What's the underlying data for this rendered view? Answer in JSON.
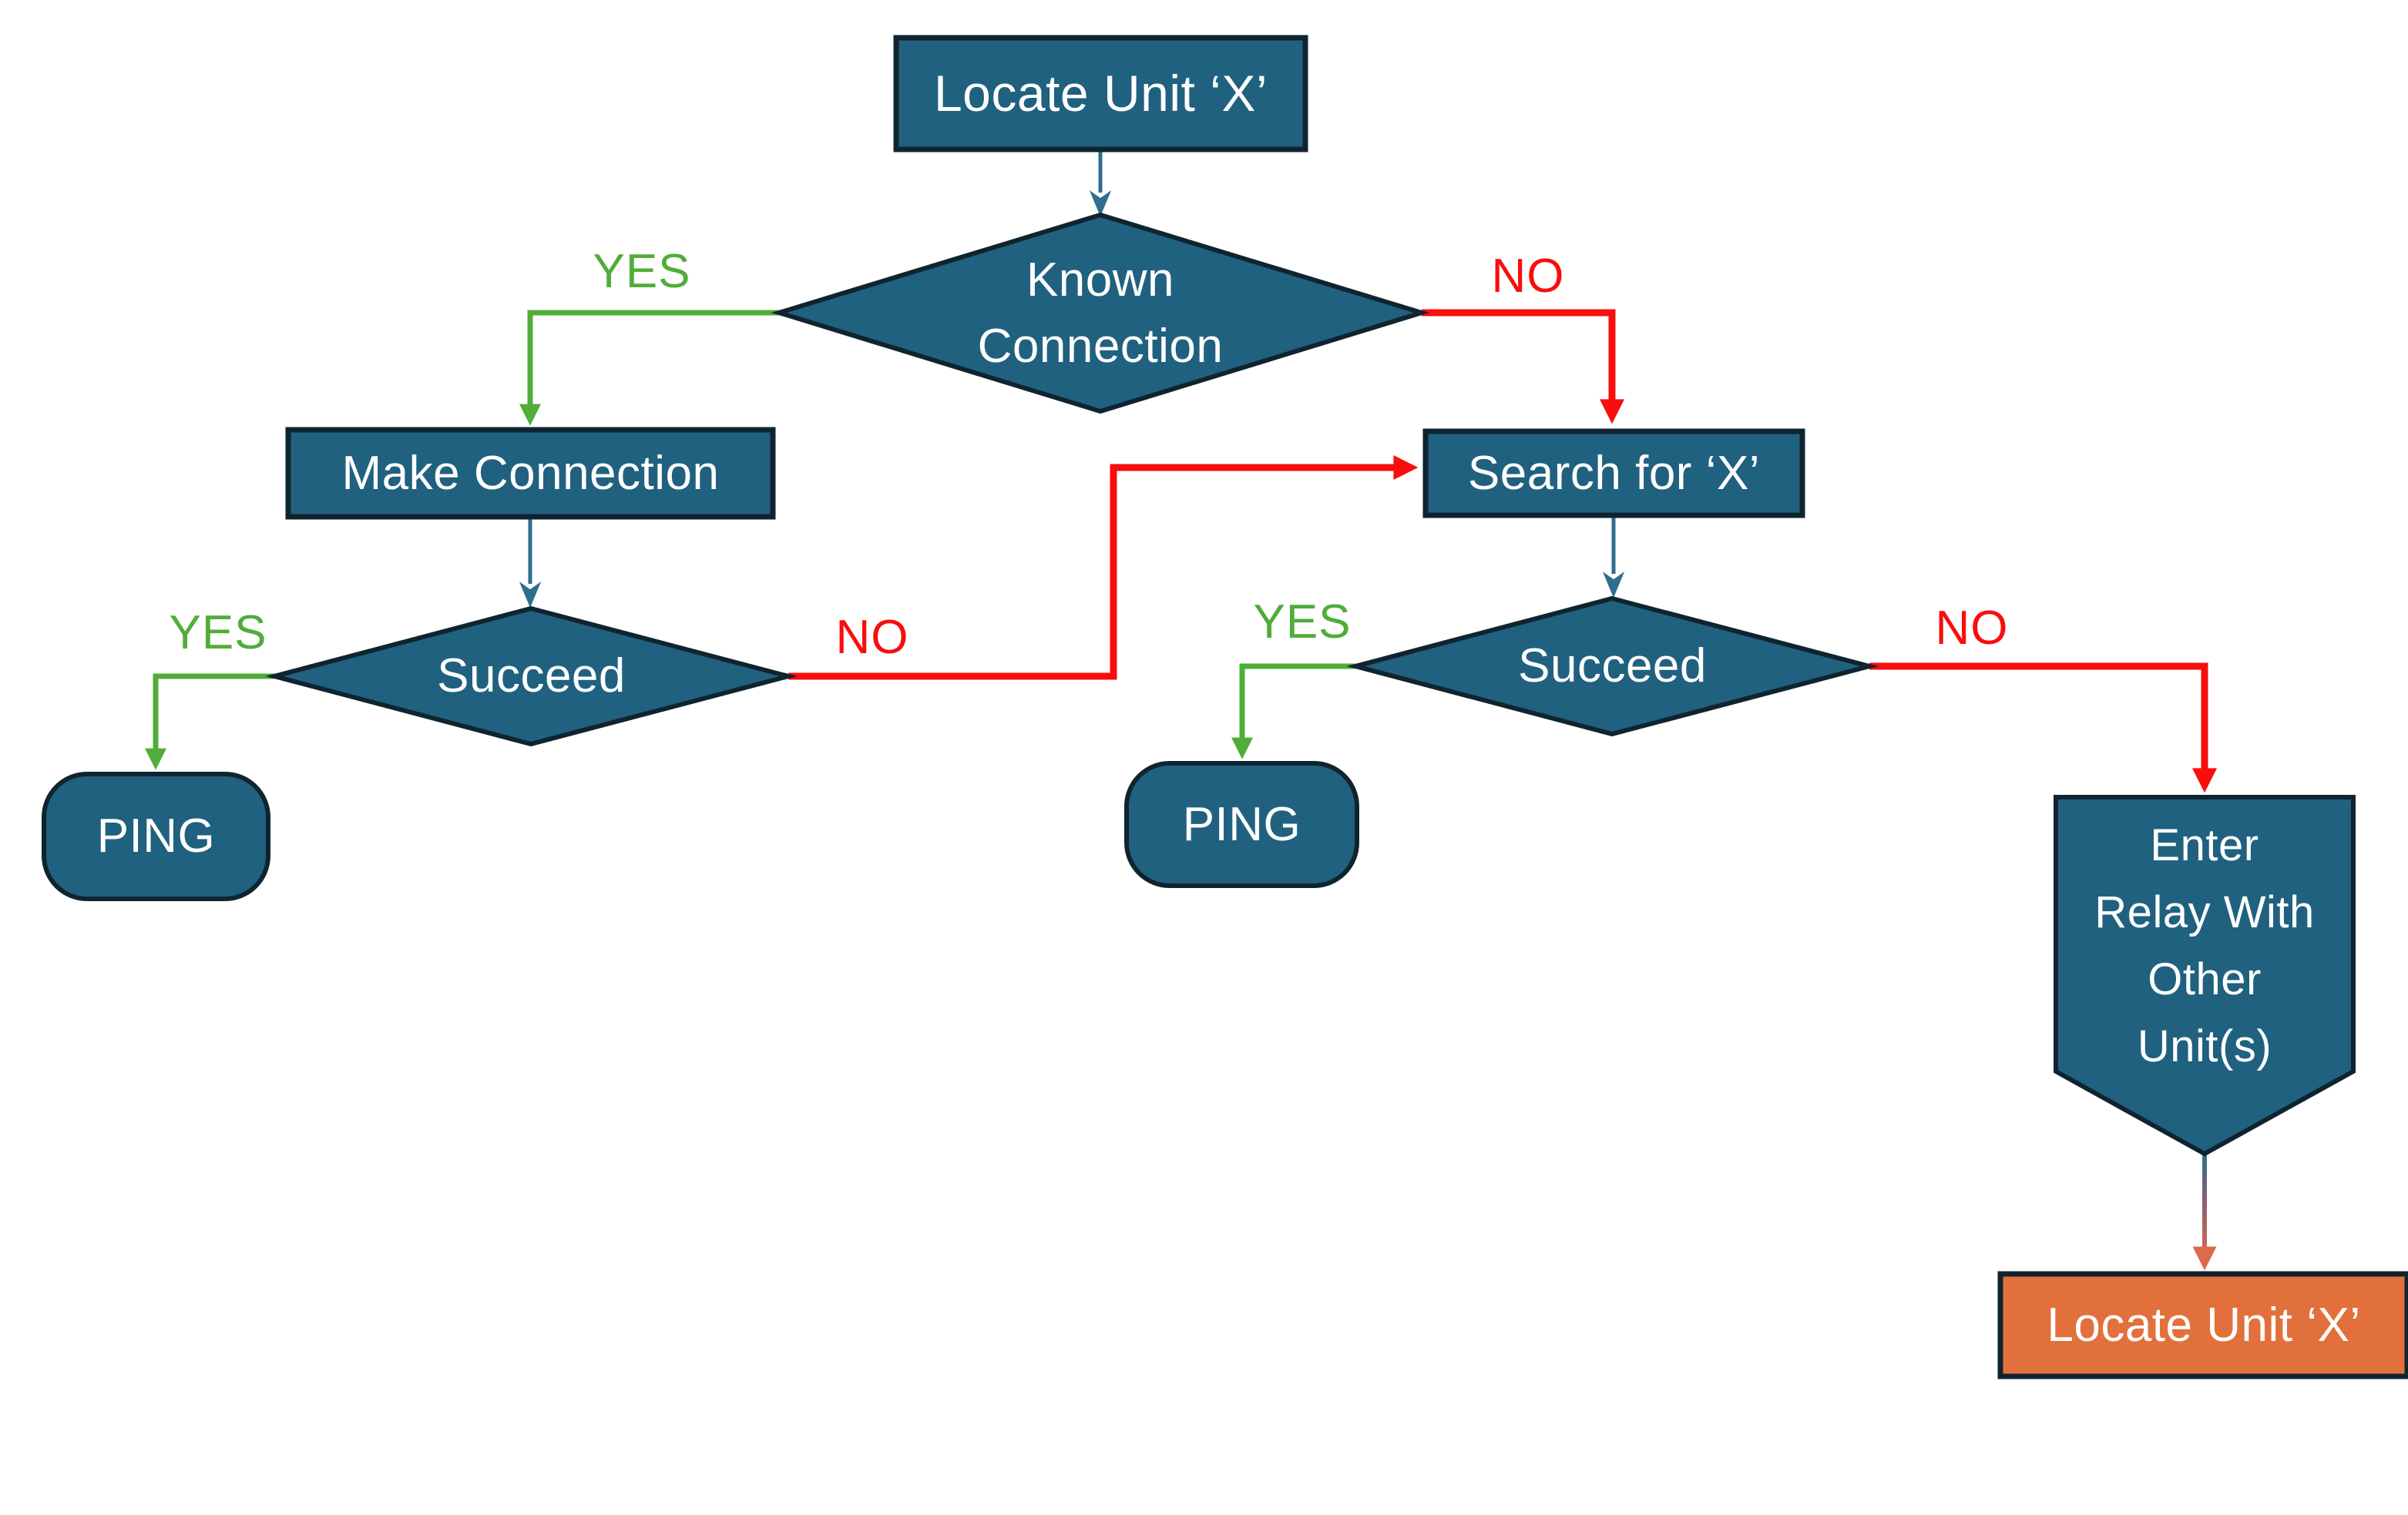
{
  "colors": {
    "node_fill": "#20617F",
    "node_border": "#10242F",
    "arrow_blue": "#2E6E8E",
    "arrow_green": "#50AD3A",
    "arrow_red": "#F90D0D",
    "orange_fill": "#E2703C",
    "relay_salmon": "#DB6B4B",
    "text_white": "#FFFFFF"
  },
  "nodes": {
    "start": {
      "label": "Locate Unit ‘X’"
    },
    "known_connection": {
      "lines": [
        "Known",
        "Connection"
      ]
    },
    "make_connection": {
      "label": "Make Connection"
    },
    "search_for_x": {
      "label": "Search for ‘X’"
    },
    "succeed_left": {
      "label": "Succeed"
    },
    "ping_left": {
      "label": "PING"
    },
    "succeed_right": {
      "label": "Succeed"
    },
    "ping_right": {
      "label": "PING"
    },
    "enter_relay": {
      "lines": [
        "Enter",
        "Relay With",
        "Other",
        "Unit(s)"
      ]
    },
    "locate_unit_relay": {
      "label": "Locate Unit ‘X’"
    }
  },
  "edge_labels": {
    "known_yes": "YES",
    "known_no": "NO",
    "succeed_left_yes": "YES",
    "succeed_left_no": "NO",
    "succeed_right_yes": "YES",
    "succeed_right_no": "NO"
  }
}
